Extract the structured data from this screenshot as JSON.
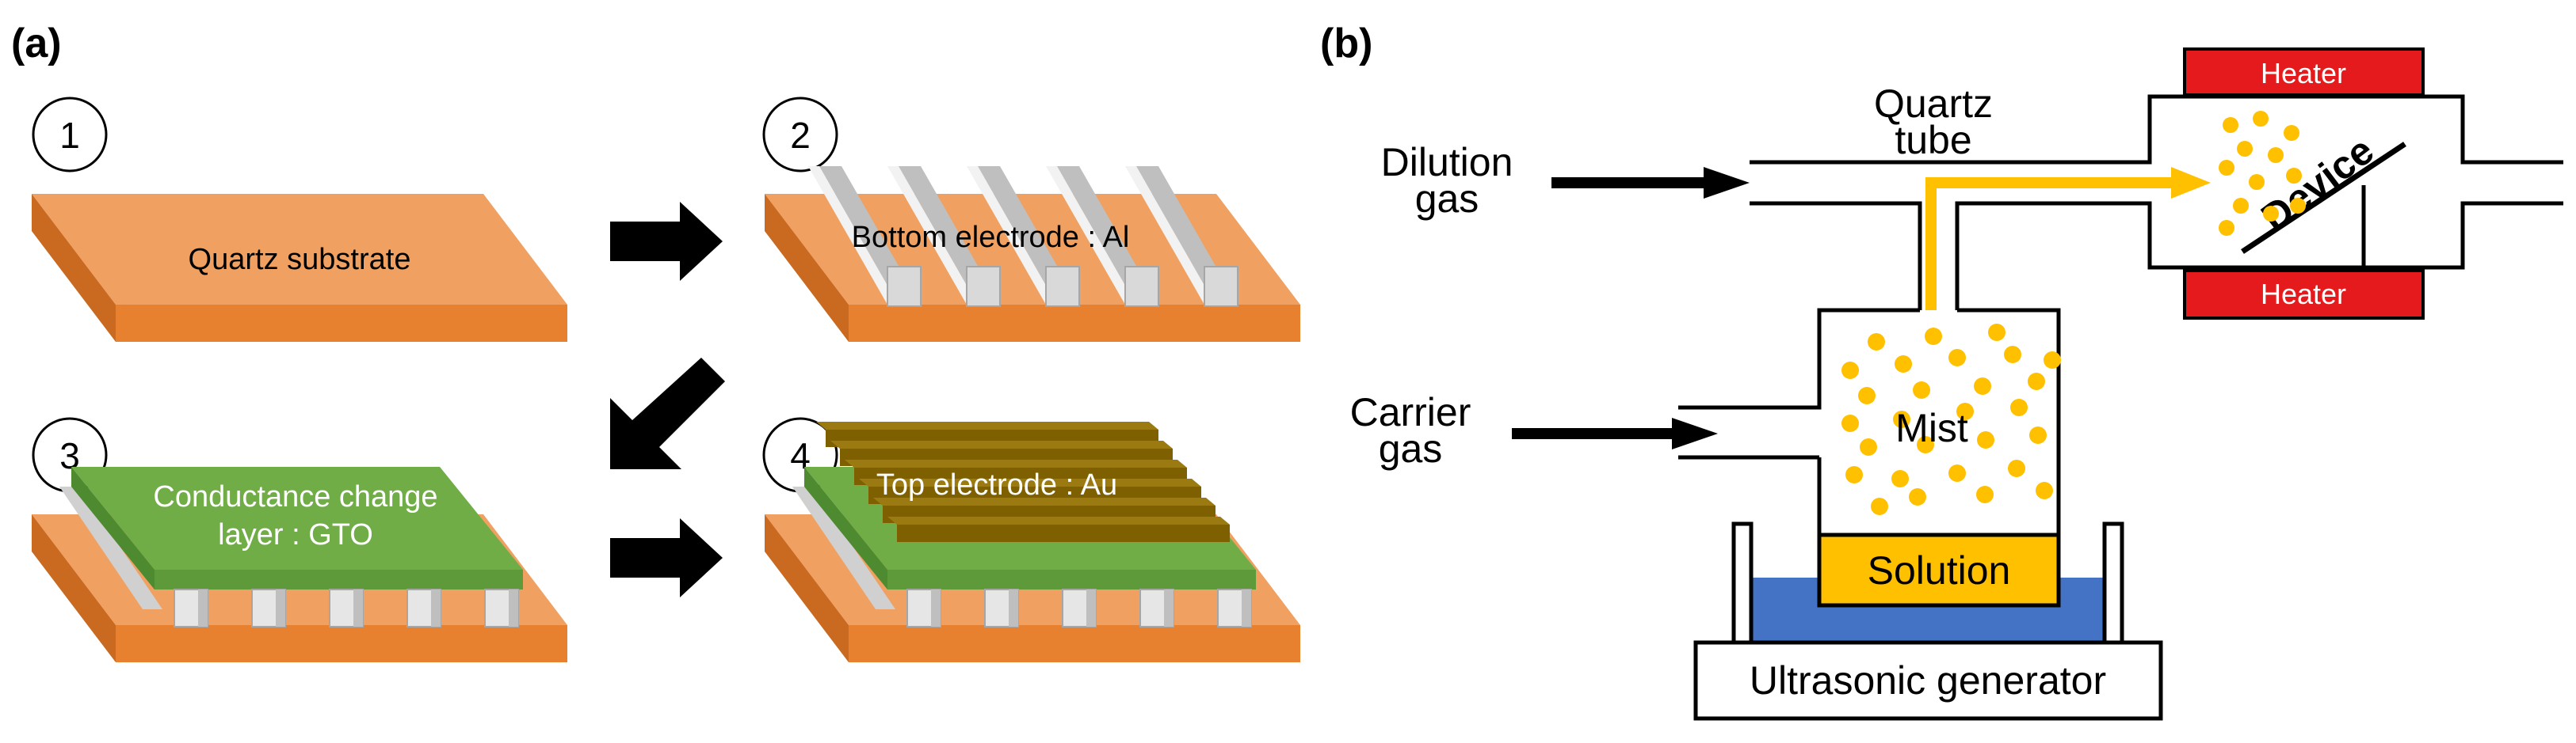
{
  "panels": {
    "a": {
      "label": "(a)",
      "steps": [
        {
          "number": "1",
          "caption": "Quartz substrate"
        },
        {
          "number": "2",
          "caption": "Bottom electrode : Al"
        },
        {
          "number": "3",
          "caption_line1": "Conductance change",
          "caption_line2": "layer : GTO"
        },
        {
          "number": "4",
          "caption": "Top electrode : Au"
        }
      ]
    },
    "b": {
      "label": "(b)",
      "dilution_gas_line1": "Dilution",
      "dilution_gas_line2": "gas",
      "carrier_gas_line1": "Carrier",
      "carrier_gas_line2": "gas",
      "quartz_tube_line1": "Quartz",
      "quartz_tube_line2": "tube",
      "heater_top": "Heater",
      "heater_bottom": "Heater",
      "device": "Device",
      "mist": "Mist",
      "solution": "Solution",
      "generator": "Ultrasonic generator"
    }
  },
  "colors": {
    "substrate_top": "#F0A060",
    "substrate_side": "#E8812F",
    "electrode_al": "#D9D9D9",
    "gto": "#70AD47",
    "gto_side": "#5E9A3A",
    "au": "#7F6000",
    "heater": "#E41A1C",
    "mist": "#FFC000",
    "water": "#4472C4"
  }
}
